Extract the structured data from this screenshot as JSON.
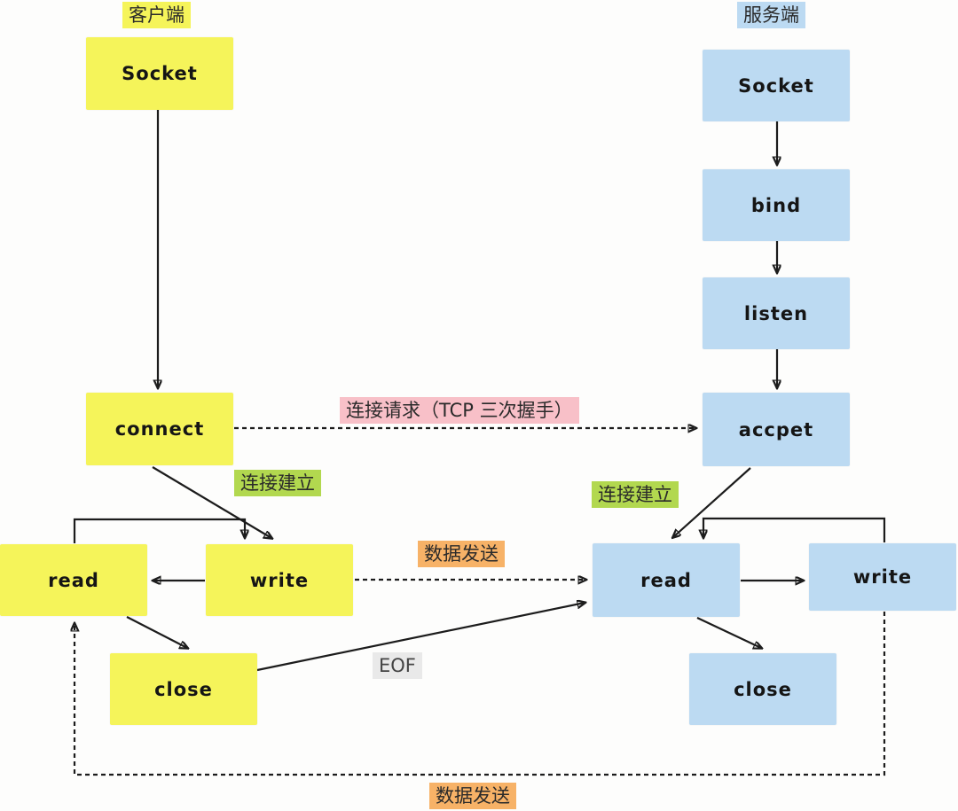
{
  "headers": {
    "client": "客户端",
    "server": "服务端"
  },
  "nodes": {
    "client_socket": "Socket",
    "client_connect": "connect",
    "client_read": "read",
    "client_write": "write",
    "client_close": "close",
    "server_socket": "Socket",
    "server_bind": "bind",
    "server_listen": "listen",
    "server_accpet": "accpet",
    "server_read": "read",
    "server_write": "write",
    "server_close": "close"
  },
  "edge_labels": {
    "connect_request": "连接请求（TCP 三次握手）",
    "client_established": "连接建立",
    "server_established": "连接建立",
    "data_send_forward": "数据发送",
    "eof": "EOF",
    "data_send_backward": "数据发送"
  },
  "colors": {
    "client_fill": "#f5f45a",
    "server_fill": "#bcdaf2",
    "pink": "#f8c0c8",
    "green": "#b2d84f",
    "orange": "#f7b267",
    "gray": "#e9e9e9",
    "line": "#1c1c1c"
  }
}
